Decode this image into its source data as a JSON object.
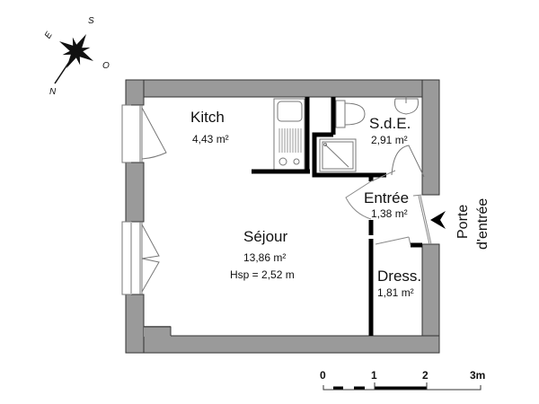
{
  "compass": {
    "letters": {
      "north": "N",
      "south": "S",
      "east": "E",
      "west": "O"
    }
  },
  "rooms": [
    {
      "id": "kitch",
      "name": "Kitch",
      "area": "4,43 m²"
    },
    {
      "id": "sde",
      "name": "S.d.E.",
      "area": "2,91 m²"
    },
    {
      "id": "entree",
      "name": "Entrée",
      "area": "1,38 m²"
    },
    {
      "id": "sejour",
      "name": "Séjour",
      "area": "13,86 m²",
      "height": "Hsp = 2,52 m"
    },
    {
      "id": "dress",
      "name": "Dress.",
      "area": "1,81 m²"
    }
  ],
  "entrance": {
    "line1": "Porte",
    "line2": "d'entrée"
  },
  "scale": {
    "ticks": [
      "0",
      "1",
      "2",
      "3m"
    ]
  },
  "colors": {
    "wall": "#999999",
    "wall_outline": "#333333",
    "partition": "#000000",
    "fixture": "#888888"
  }
}
